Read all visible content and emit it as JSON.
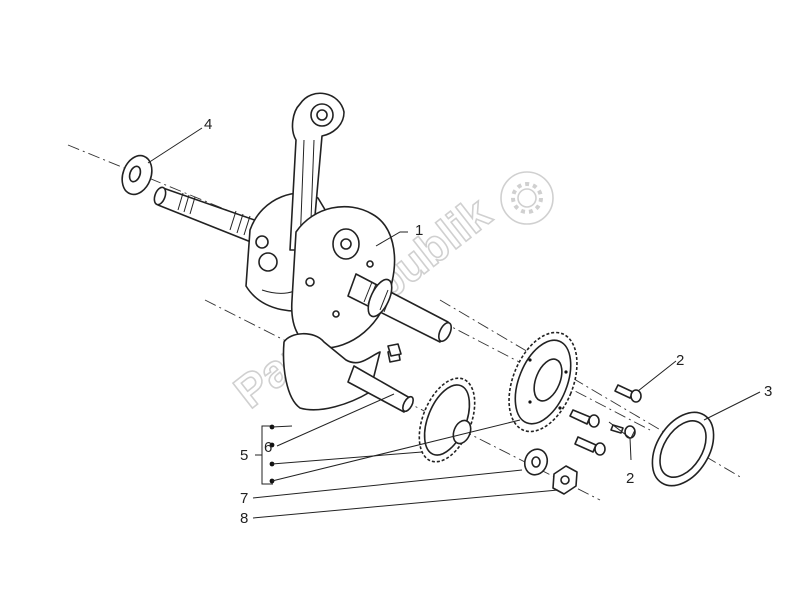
{
  "callouts": {
    "c1": "1",
    "c2a": "2",
    "c2b": "2",
    "c3": "3",
    "c4": "4",
    "c5": "5",
    "c6": "6",
    "c7": "7",
    "c8": "8"
  },
  "watermark": {
    "text": "PartsRepublik",
    "logo_icon": "gear-in-circle-icon"
  },
  "colors": {
    "line": "#222222",
    "watermark": "#d0d0d0",
    "background": "#ffffff"
  }
}
